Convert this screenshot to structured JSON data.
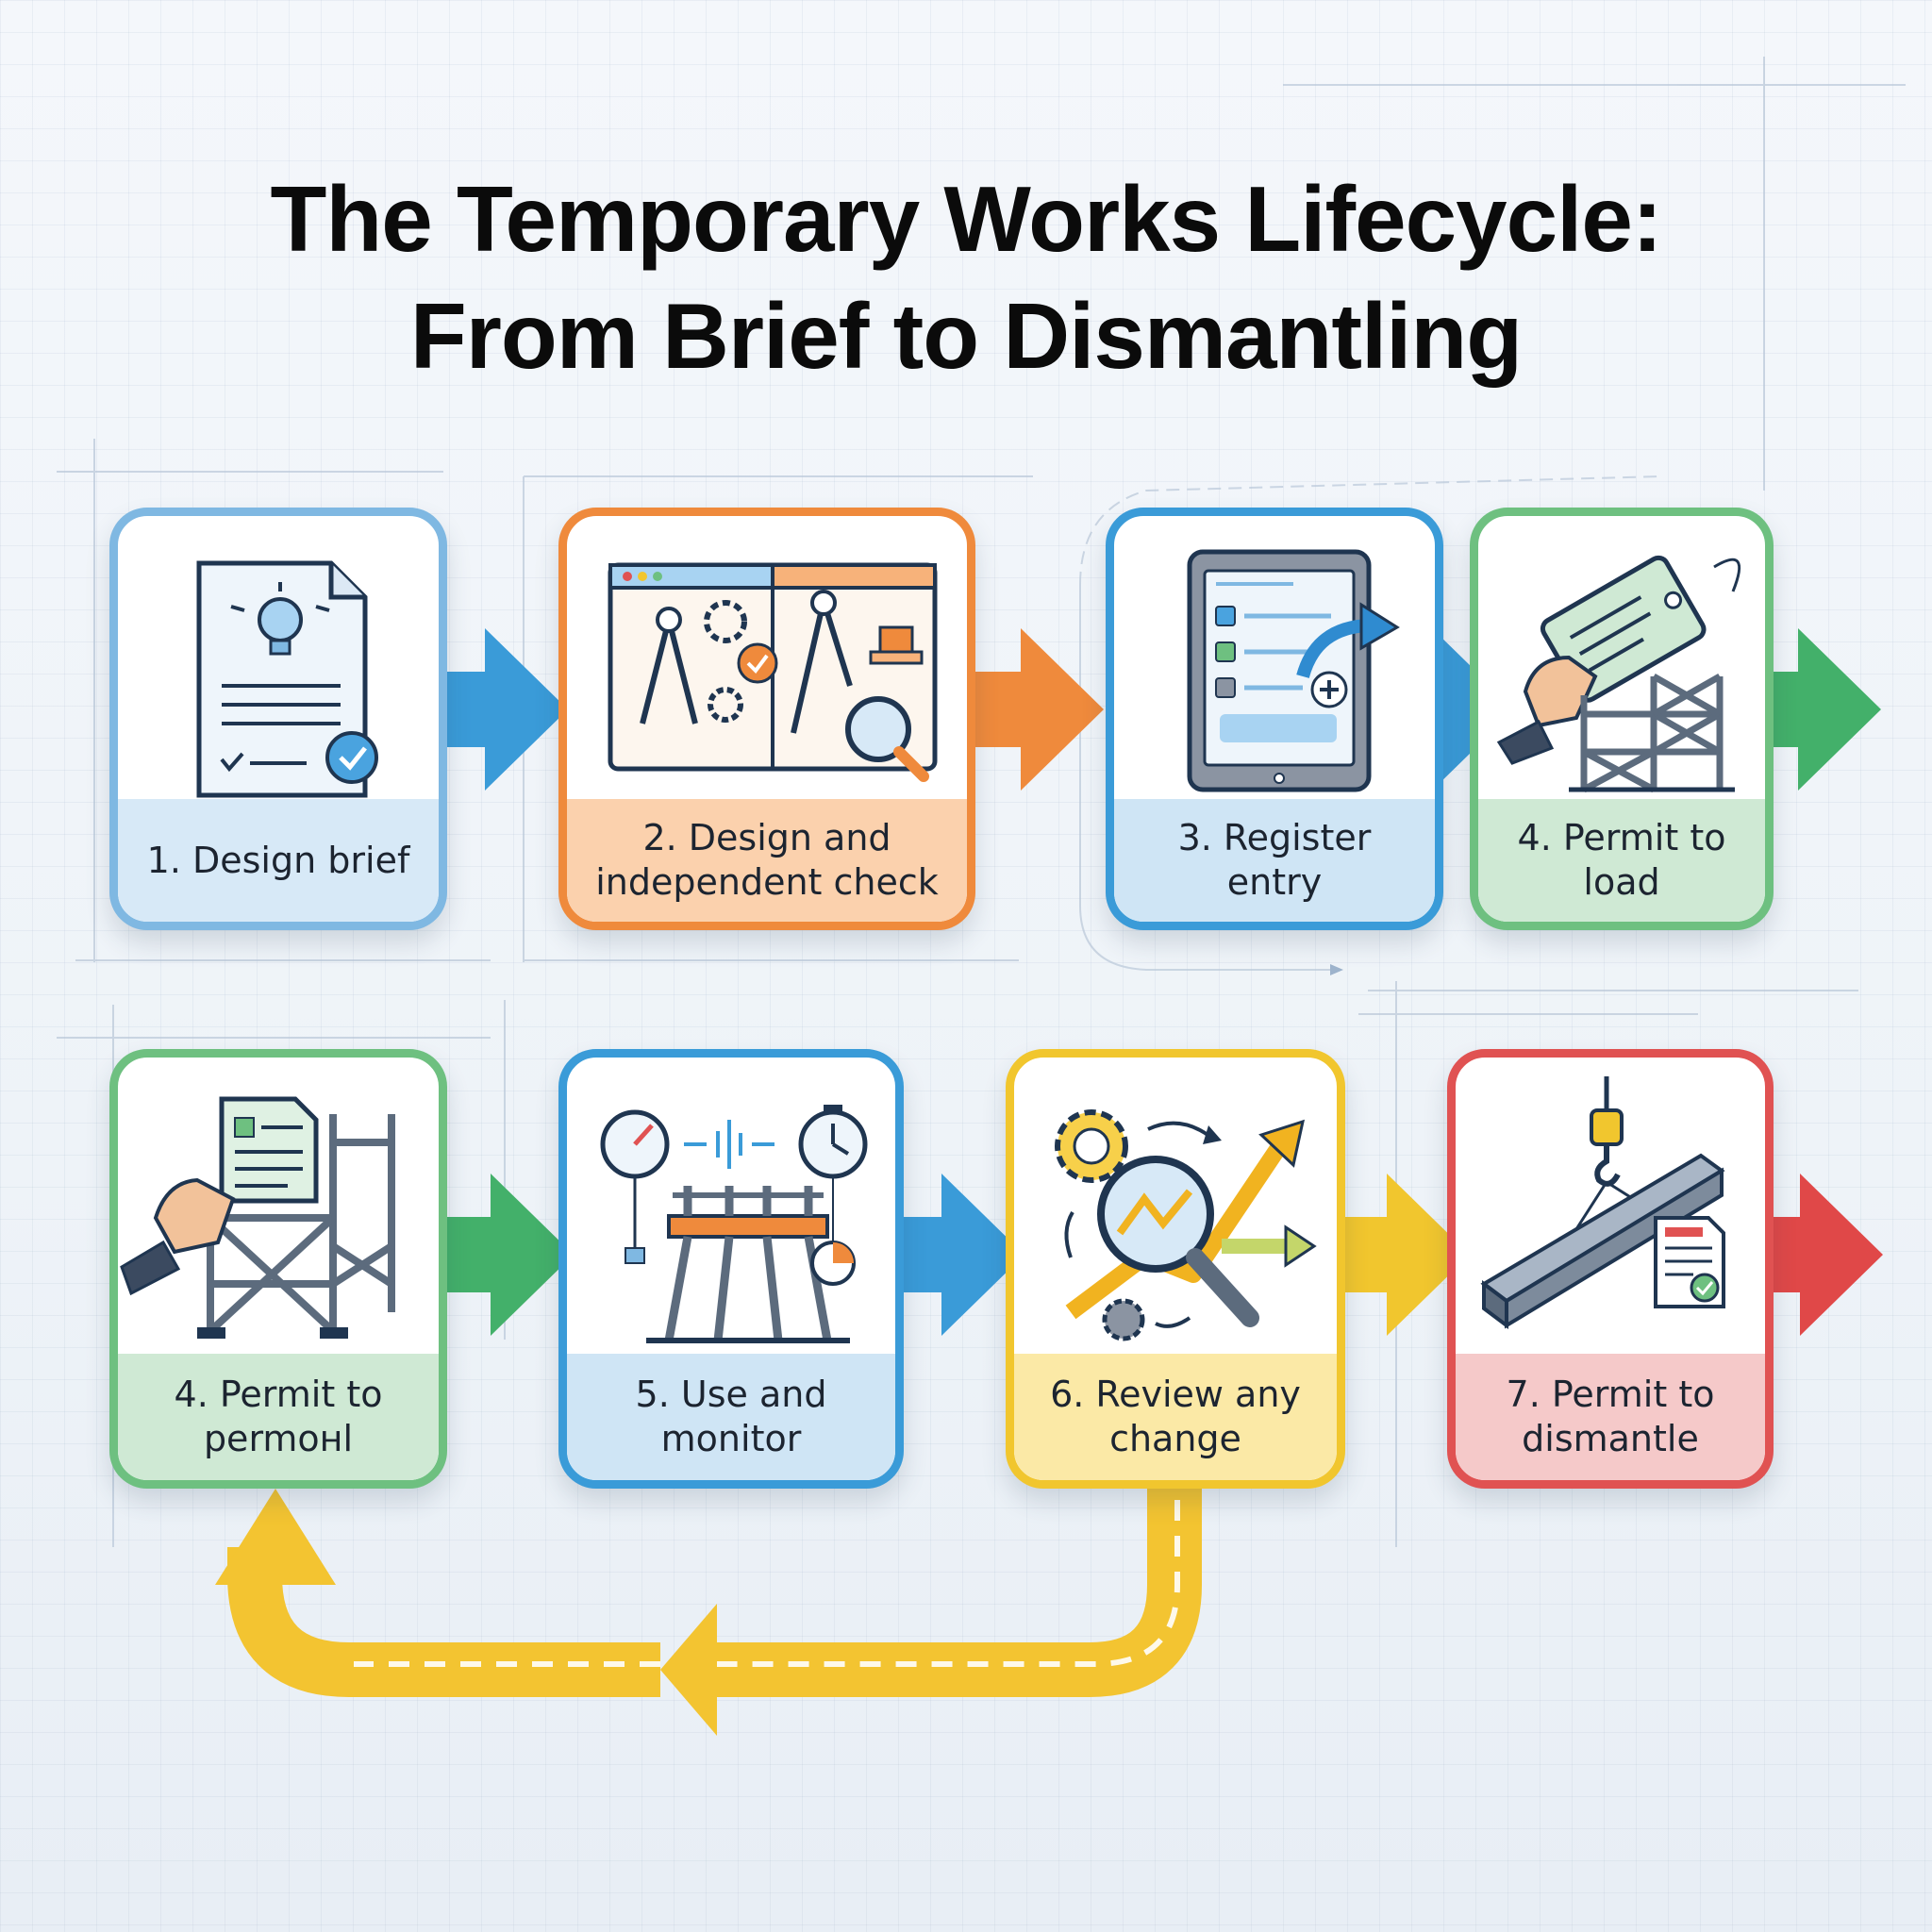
{
  "title": {
    "line1": "The Temporary Works Lifecycle:",
    "line2": "From Brief to Dismantling"
  },
  "steps": [
    {
      "label": "1. Design brief",
      "color": "#7fb8e2",
      "icon": "design-brief-document-icon"
    },
    {
      "label": "2. Design and\nindependent check",
      "color": "#ef8a3c",
      "icon": "design-check-tools-icon"
    },
    {
      "label": "3. Register\nentry",
      "color": "#3a9bd8",
      "icon": "tablet-register-icon"
    },
    {
      "label": "4. Permit to\nload",
      "color": "#6ec080",
      "icon": "permit-tag-scaffold-icon"
    },
    {
      "label": "4. Permit to\npermoнl",
      "color": "#5fb26f",
      "icon": "permit-document-scaffold-icon"
    },
    {
      "label": "5. Use and\nmonitor",
      "color": "#3a9bd8",
      "icon": "monitor-gauges-structure-icon"
    },
    {
      "label": "6. Review any\nchange",
      "color": "#f1c62e",
      "icon": "review-magnifier-chart-icon"
    },
    {
      "label": "7. Permit to\ndismantle",
      "color": "#e05252",
      "icon": "crane-beam-dismantle-icon"
    }
  ],
  "arrows": {
    "flow_colors": [
      "#3a9bd8",
      "#ef8a3c",
      "#3a9bd8",
      "#43b06a",
      "#43b06a",
      "#3a9bd8",
      "#f1c62e",
      "#e04848"
    ],
    "loop_color": "#f3c431",
    "loop": "review-loop-arrow"
  }
}
